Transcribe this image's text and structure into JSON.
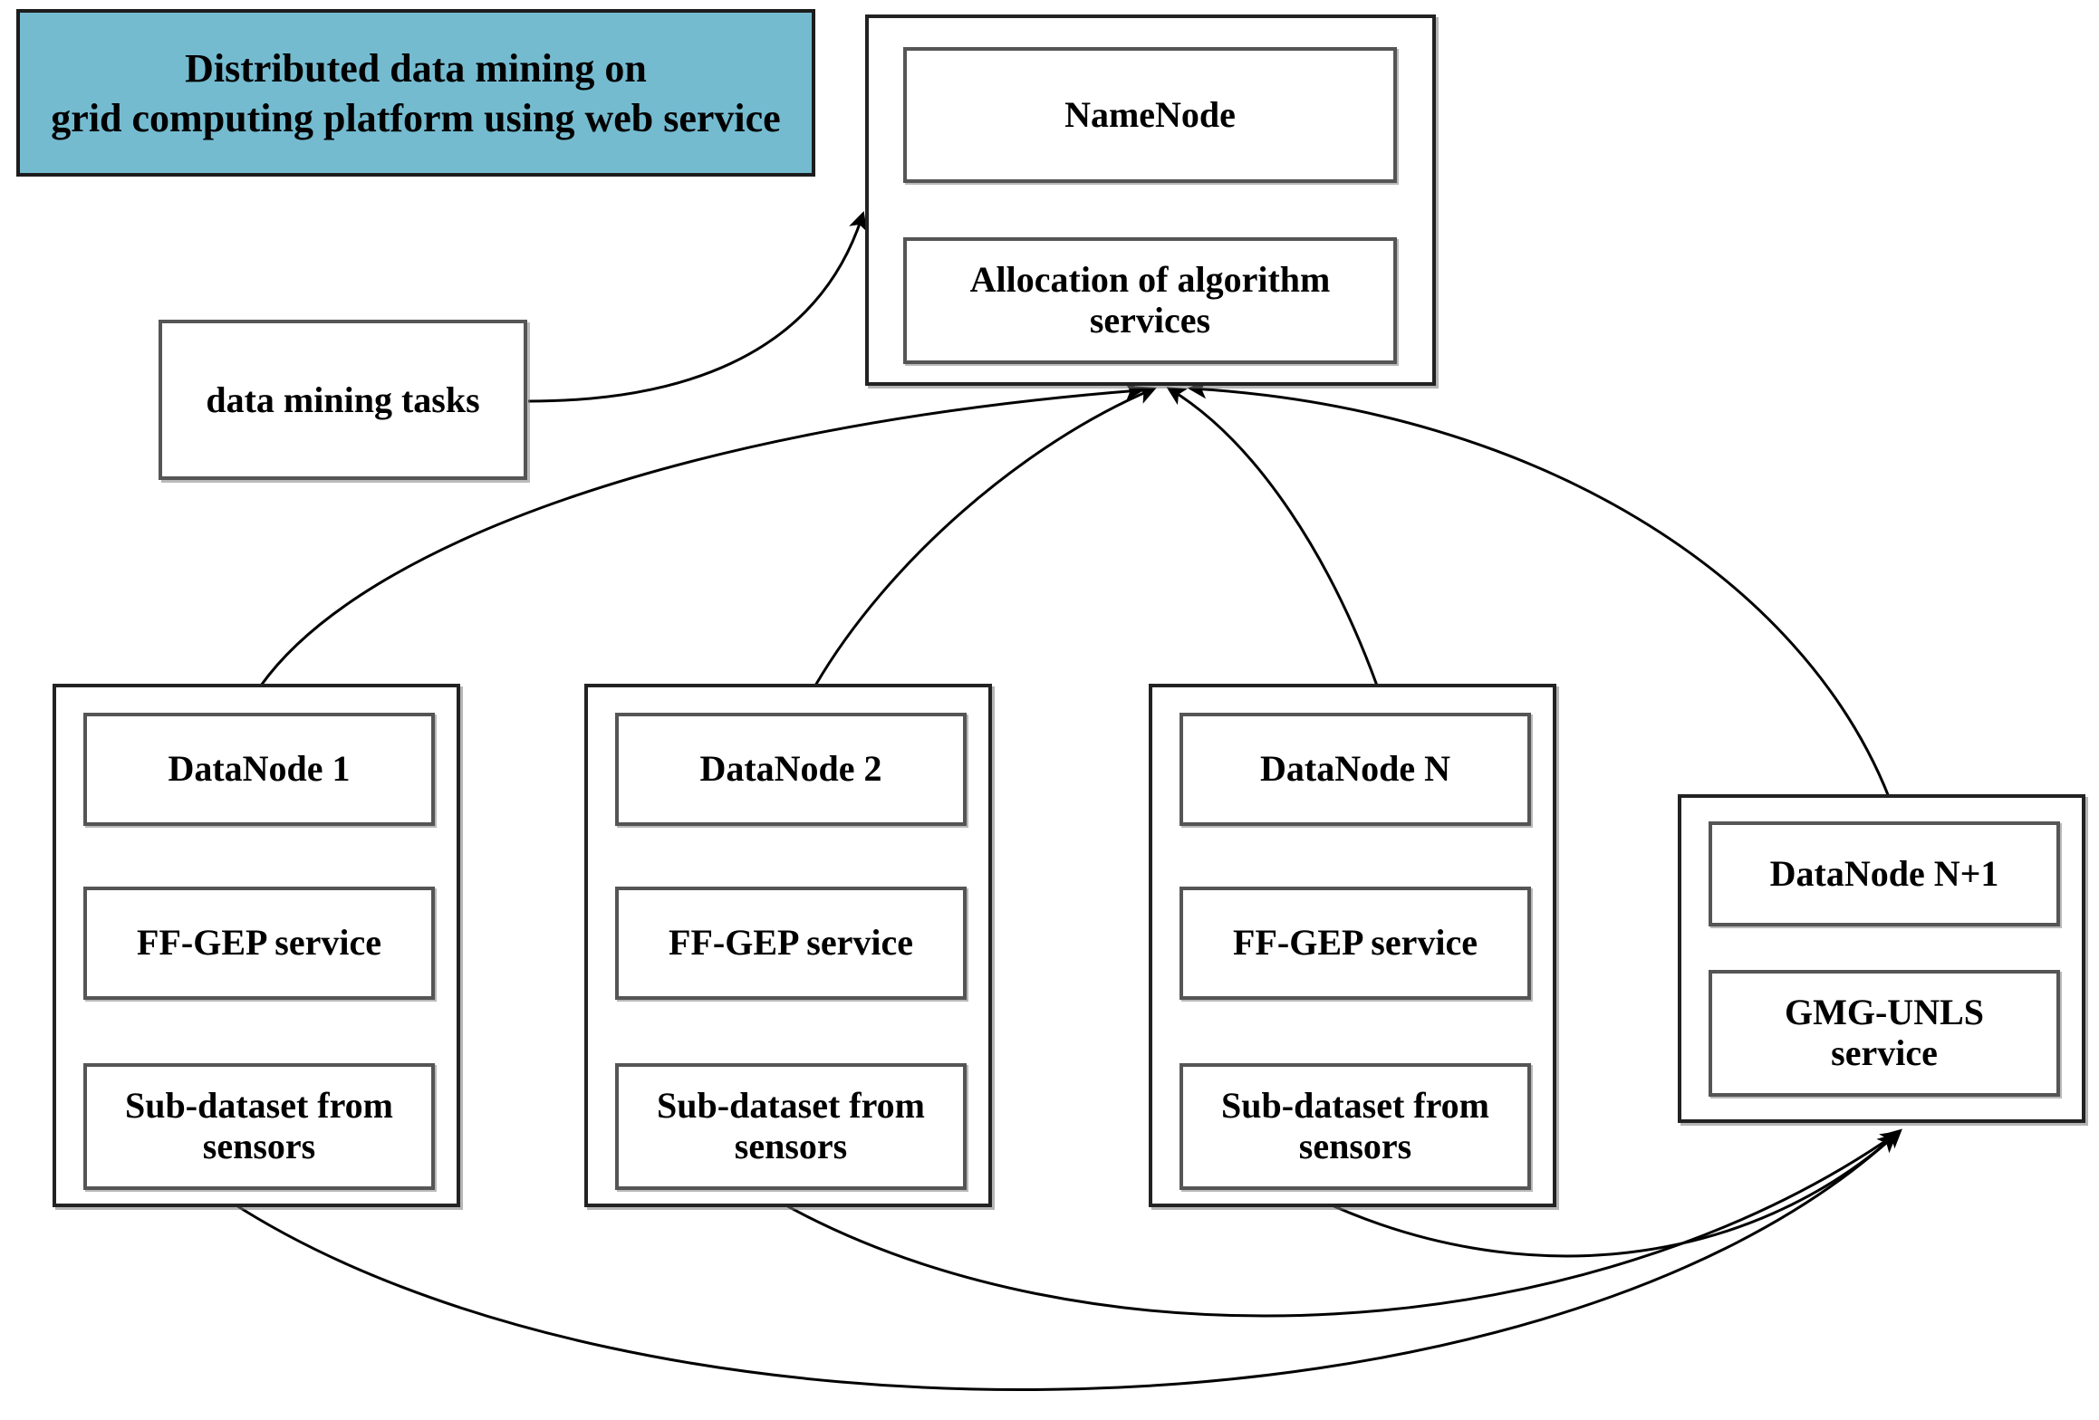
{
  "title_banner": {
    "line1": "Distributed data mining on",
    "line2": "grid computing platform using web service",
    "fill_color": "#74bbd0",
    "border_color": "#1c1c1c"
  },
  "namenode": {
    "title": "NameNode",
    "allocation_line1": "Allocation of algorithm",
    "allocation_line2": "services"
  },
  "tasks": {
    "label": "data mining tasks"
  },
  "datanodes": [
    {
      "title": "DataNode 1",
      "service": "FF-GEP service",
      "data_line1": "Sub-dataset from",
      "data_line2": "sensors"
    },
    {
      "title": "DataNode 2",
      "service": "FF-GEP service",
      "data_line1": "Sub-dataset from",
      "data_line2": "sensors"
    },
    {
      "title": "DataNode N",
      "service": "FF-GEP service",
      "data_line1": "Sub-dataset from",
      "data_line2": "sensors"
    }
  ],
  "datanode_np1": {
    "title": "DataNode N+1",
    "service_line1": "GMG-UNLS",
    "service_line2": "service"
  },
  "colors": {
    "edge": "#000000",
    "outer_border": "#222222",
    "inner_border": "#555555",
    "background": "#ffffff"
  }
}
